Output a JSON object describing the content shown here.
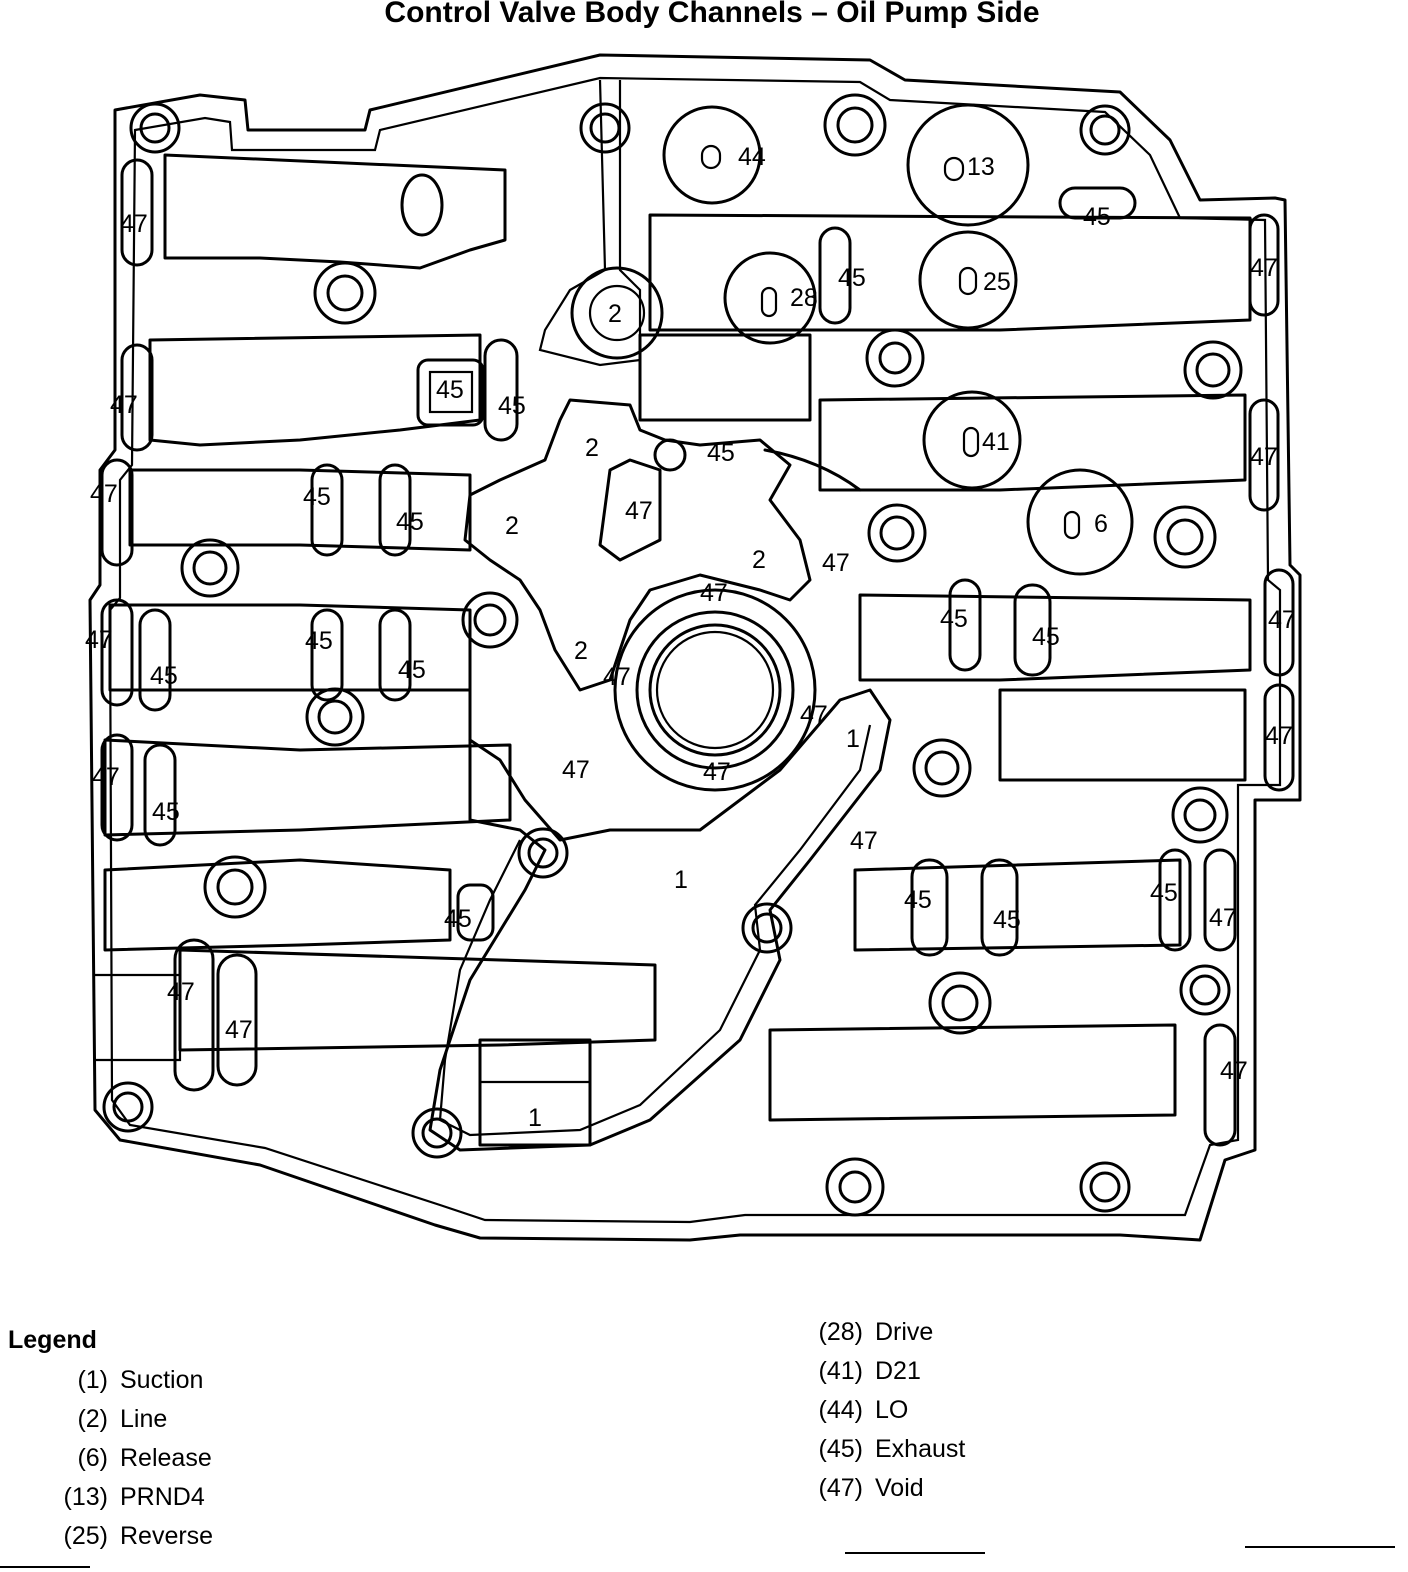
{
  "title": "Control Valve Body Channels – Oil Pump Side",
  "legend": {
    "heading": "Legend",
    "left": [
      {
        "code": "(1)",
        "name": "Suction"
      },
      {
        "code": "(2)",
        "name": "Line"
      },
      {
        "code": "(6)",
        "name": "Release"
      },
      {
        "code": "(13)",
        "name": "PRND4"
      },
      {
        "code": "(25)",
        "name": "Reverse"
      }
    ],
    "right": [
      {
        "code": "(28)",
        "name": "Drive"
      },
      {
        "code": "(41)",
        "name": "D21"
      },
      {
        "code": "(44)",
        "name": "LO"
      },
      {
        "code": "(45)",
        "name": "Exhaust"
      },
      {
        "code": "(47)",
        "name": "Void"
      }
    ]
  },
  "labels": {
    "suction": "1",
    "line": "2",
    "release": "6",
    "prnd4": "13",
    "reverse": "25",
    "drive": "28",
    "d21": "41",
    "lo": "44",
    "exhaust": "45",
    "void": "47"
  }
}
